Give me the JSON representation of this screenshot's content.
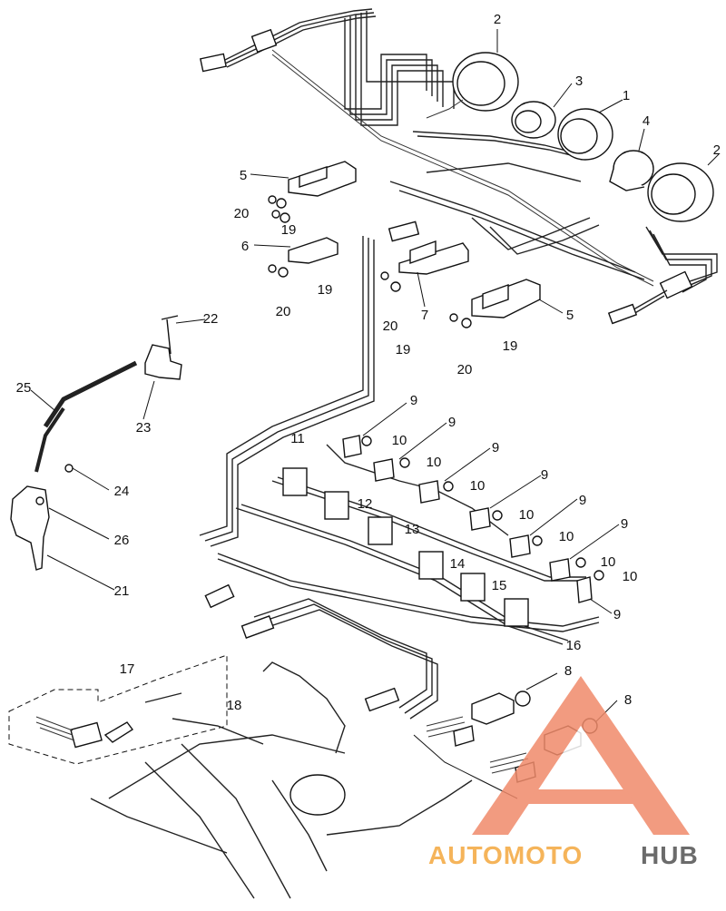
{
  "diagram": {
    "callouts": {
      "n1": "1",
      "n2a": "2",
      "n2b": "2",
      "n3": "3",
      "n4": "4",
      "n5a": "5",
      "n5b": "5",
      "n6": "6",
      "n7": "7",
      "n8a": "8",
      "n8b": "8",
      "n9a": "9",
      "n9b": "9",
      "n9c": "9",
      "n9d": "9",
      "n9e": "9",
      "n9f": "9",
      "n9g": "9",
      "n10a": "10",
      "n10b": "10",
      "n10c": "10",
      "n10d": "10",
      "n10e": "10",
      "n10f": "10",
      "n10g": "10",
      "n11": "11",
      "n12": "12",
      "n13": "13",
      "n14": "14",
      "n15": "15",
      "n16": "16",
      "n17": "17",
      "n18": "18",
      "n19a": "19",
      "n19b": "19",
      "n19c": "19",
      "n19d": "19",
      "n20a": "20",
      "n20b": "20",
      "n20c": "20",
      "n20d": "20",
      "n21": "21",
      "n22": "22",
      "n23": "23",
      "n24": "24",
      "n25": "25",
      "n26": "26"
    }
  },
  "watermark": {
    "brand_part1": "AUTOMOTO",
    "brand_part2": "HUB",
    "color_primary": "#f08a6a",
    "color_secondary": "#f5b45a",
    "color_dark": "#6b6b6b"
  }
}
